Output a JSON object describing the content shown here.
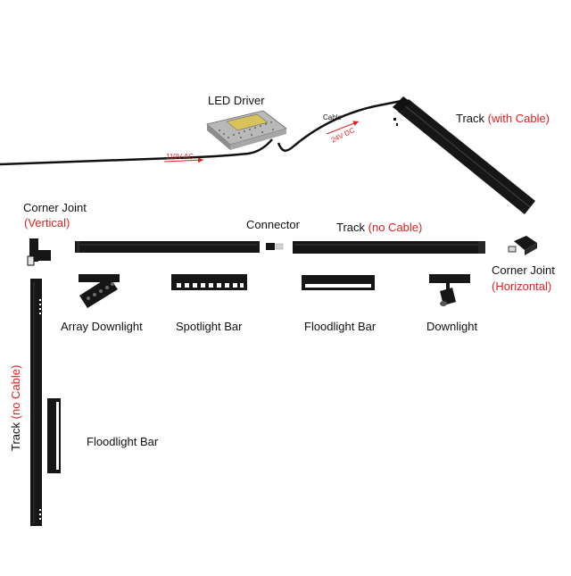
{
  "labels": {
    "led_driver": "LED Driver",
    "cable": "Cable",
    "ac_input": "110V AC",
    "dc_output": "24V DC",
    "track_with_cable": "Track",
    "track_with_cable_note": "(with Cable)",
    "corner_joint_vertical": "Corner Joint",
    "corner_joint_vertical_note": "(Vertical)",
    "connector": "Connector",
    "track_no_cable": "Track",
    "track_no_cable_note": "(no Cable)",
    "corner_joint_horizontal": "Corner Joint",
    "corner_joint_horizontal_note": "(Horizontal)",
    "array_downlight": "Array Downlight",
    "spotlight_bar": "Spotlight Bar",
    "floodlight_bar": "Floodlight Bar",
    "downlight": "Downlight",
    "vertical_track": "Track",
    "vertical_track_note": "(no Cable)",
    "floodlight_bar_vertical": "Floodlight Bar"
  },
  "colors": {
    "accent_red": "#e02020",
    "product_black": "#161616",
    "driver_silver": "#c9c9c9",
    "driver_window": "#d8c25a"
  }
}
